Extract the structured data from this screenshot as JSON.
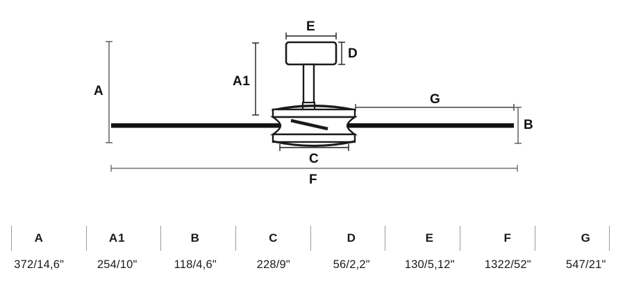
{
  "drawing": {
    "title": "Ceiling fan dimension drawing",
    "labels": {
      "A": "A",
      "A1": "A1",
      "B": "B",
      "C": "C",
      "D": "D",
      "E": "E",
      "F": "F",
      "G": "G"
    },
    "colors": {
      "line": "#1a1a1a",
      "dimension_line": "#555555",
      "blade": "#111111",
      "background": "#ffffff"
    }
  },
  "table": {
    "headers": [
      "A",
      "A1",
      "B",
      "C",
      "D",
      "E",
      "F",
      "G"
    ],
    "values": [
      "372/14,6\"",
      "254/10\"",
      "118/4,6\"",
      "228/9\"",
      "56/2,2\"",
      "130/5,12\"",
      "1322/52\"",
      "547/21\""
    ]
  }
}
